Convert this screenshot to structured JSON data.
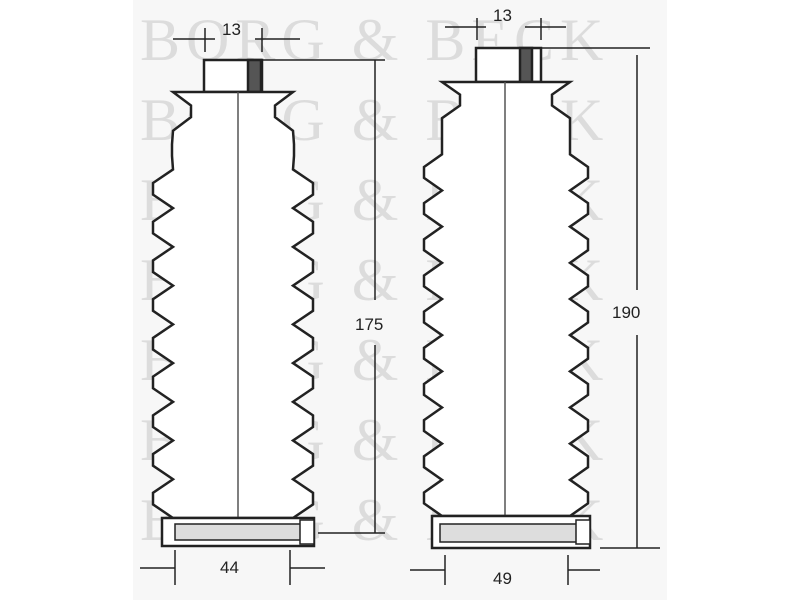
{
  "watermark": {
    "text": "BORG & BECK"
  },
  "parts": [
    {
      "name": "boot-a",
      "dimensions": {
        "neck_width": "13",
        "height": "175",
        "base_width": "44"
      }
    },
    {
      "name": "boot-b",
      "dimensions": {
        "neck_width": "13",
        "height": "190",
        "base_width": "49"
      }
    }
  ],
  "colors": {
    "line": "#222222",
    "fill": "#ffffff",
    "background": "#f7f7f7",
    "watermark": "#bdbdbd"
  }
}
